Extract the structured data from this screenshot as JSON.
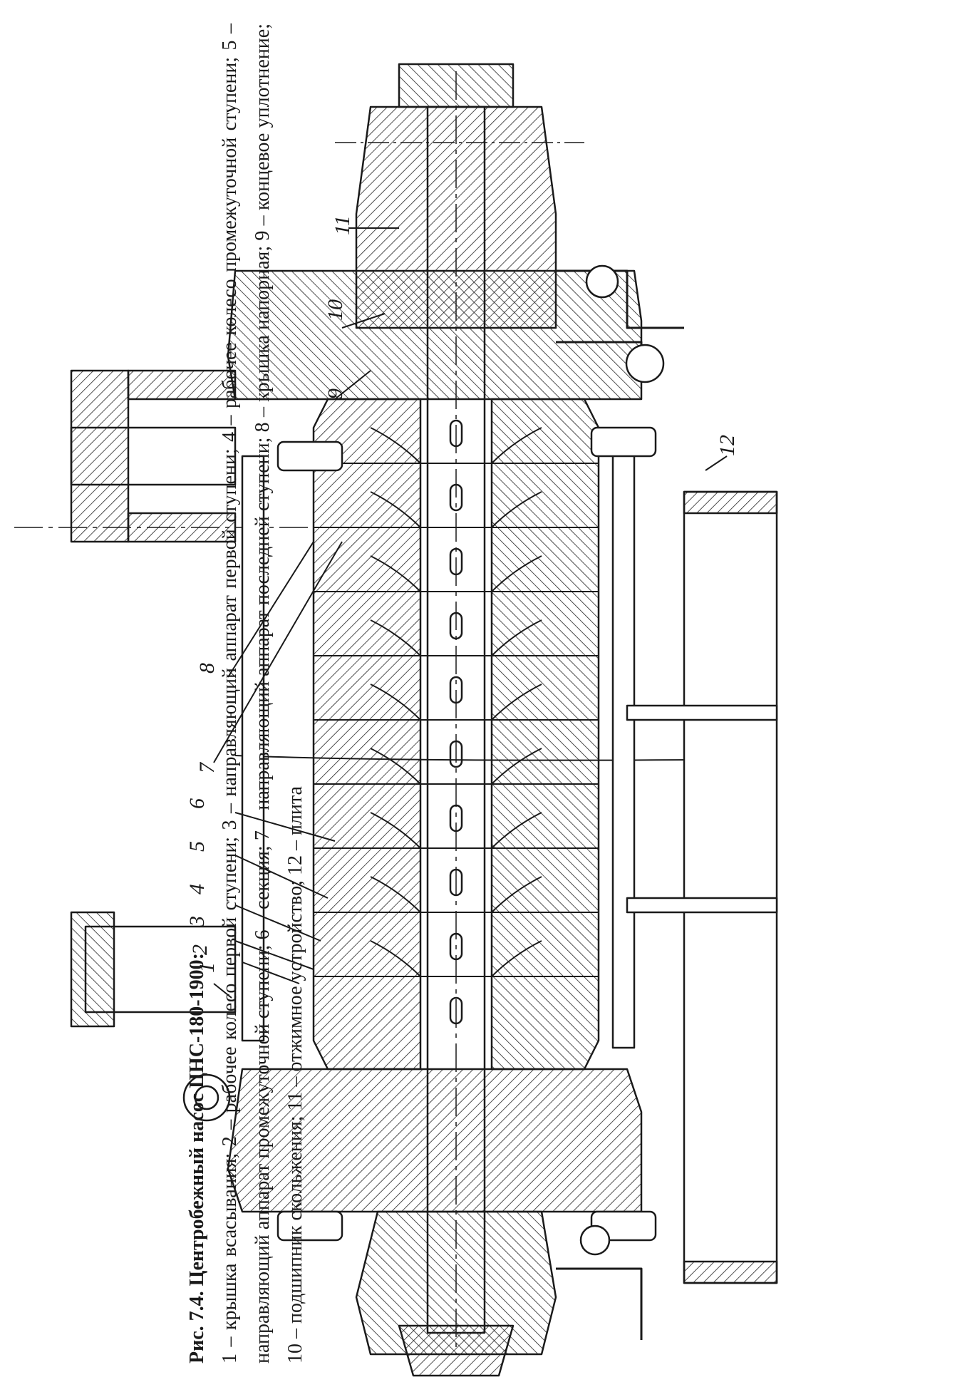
{
  "figure": {
    "title": "Рис. 7.4. Центробежный насос ЦНС-180-1900:",
    "legend_text": "1 – крышка всасывания; 2 – рабочее колесо первой ступени; 3 – направляющий аппарат первой ступени; 4 – рабочее колесо промежуточной ступени; 5 – направляющий аппарат промежуточной ступени; 6 – секция; 7 – направляющий аппарат последней ступени; 8 – крышка напорная; 9 – концевое уплотнение; 10 – подшипник скольжения; 11 – отжимное устройство; 12 – плита",
    "callouts": [
      "1",
      "2",
      "3",
      "4",
      "5",
      "6",
      "7",
      "8",
      "9",
      "10",
      "11",
      "12"
    ]
  }
}
